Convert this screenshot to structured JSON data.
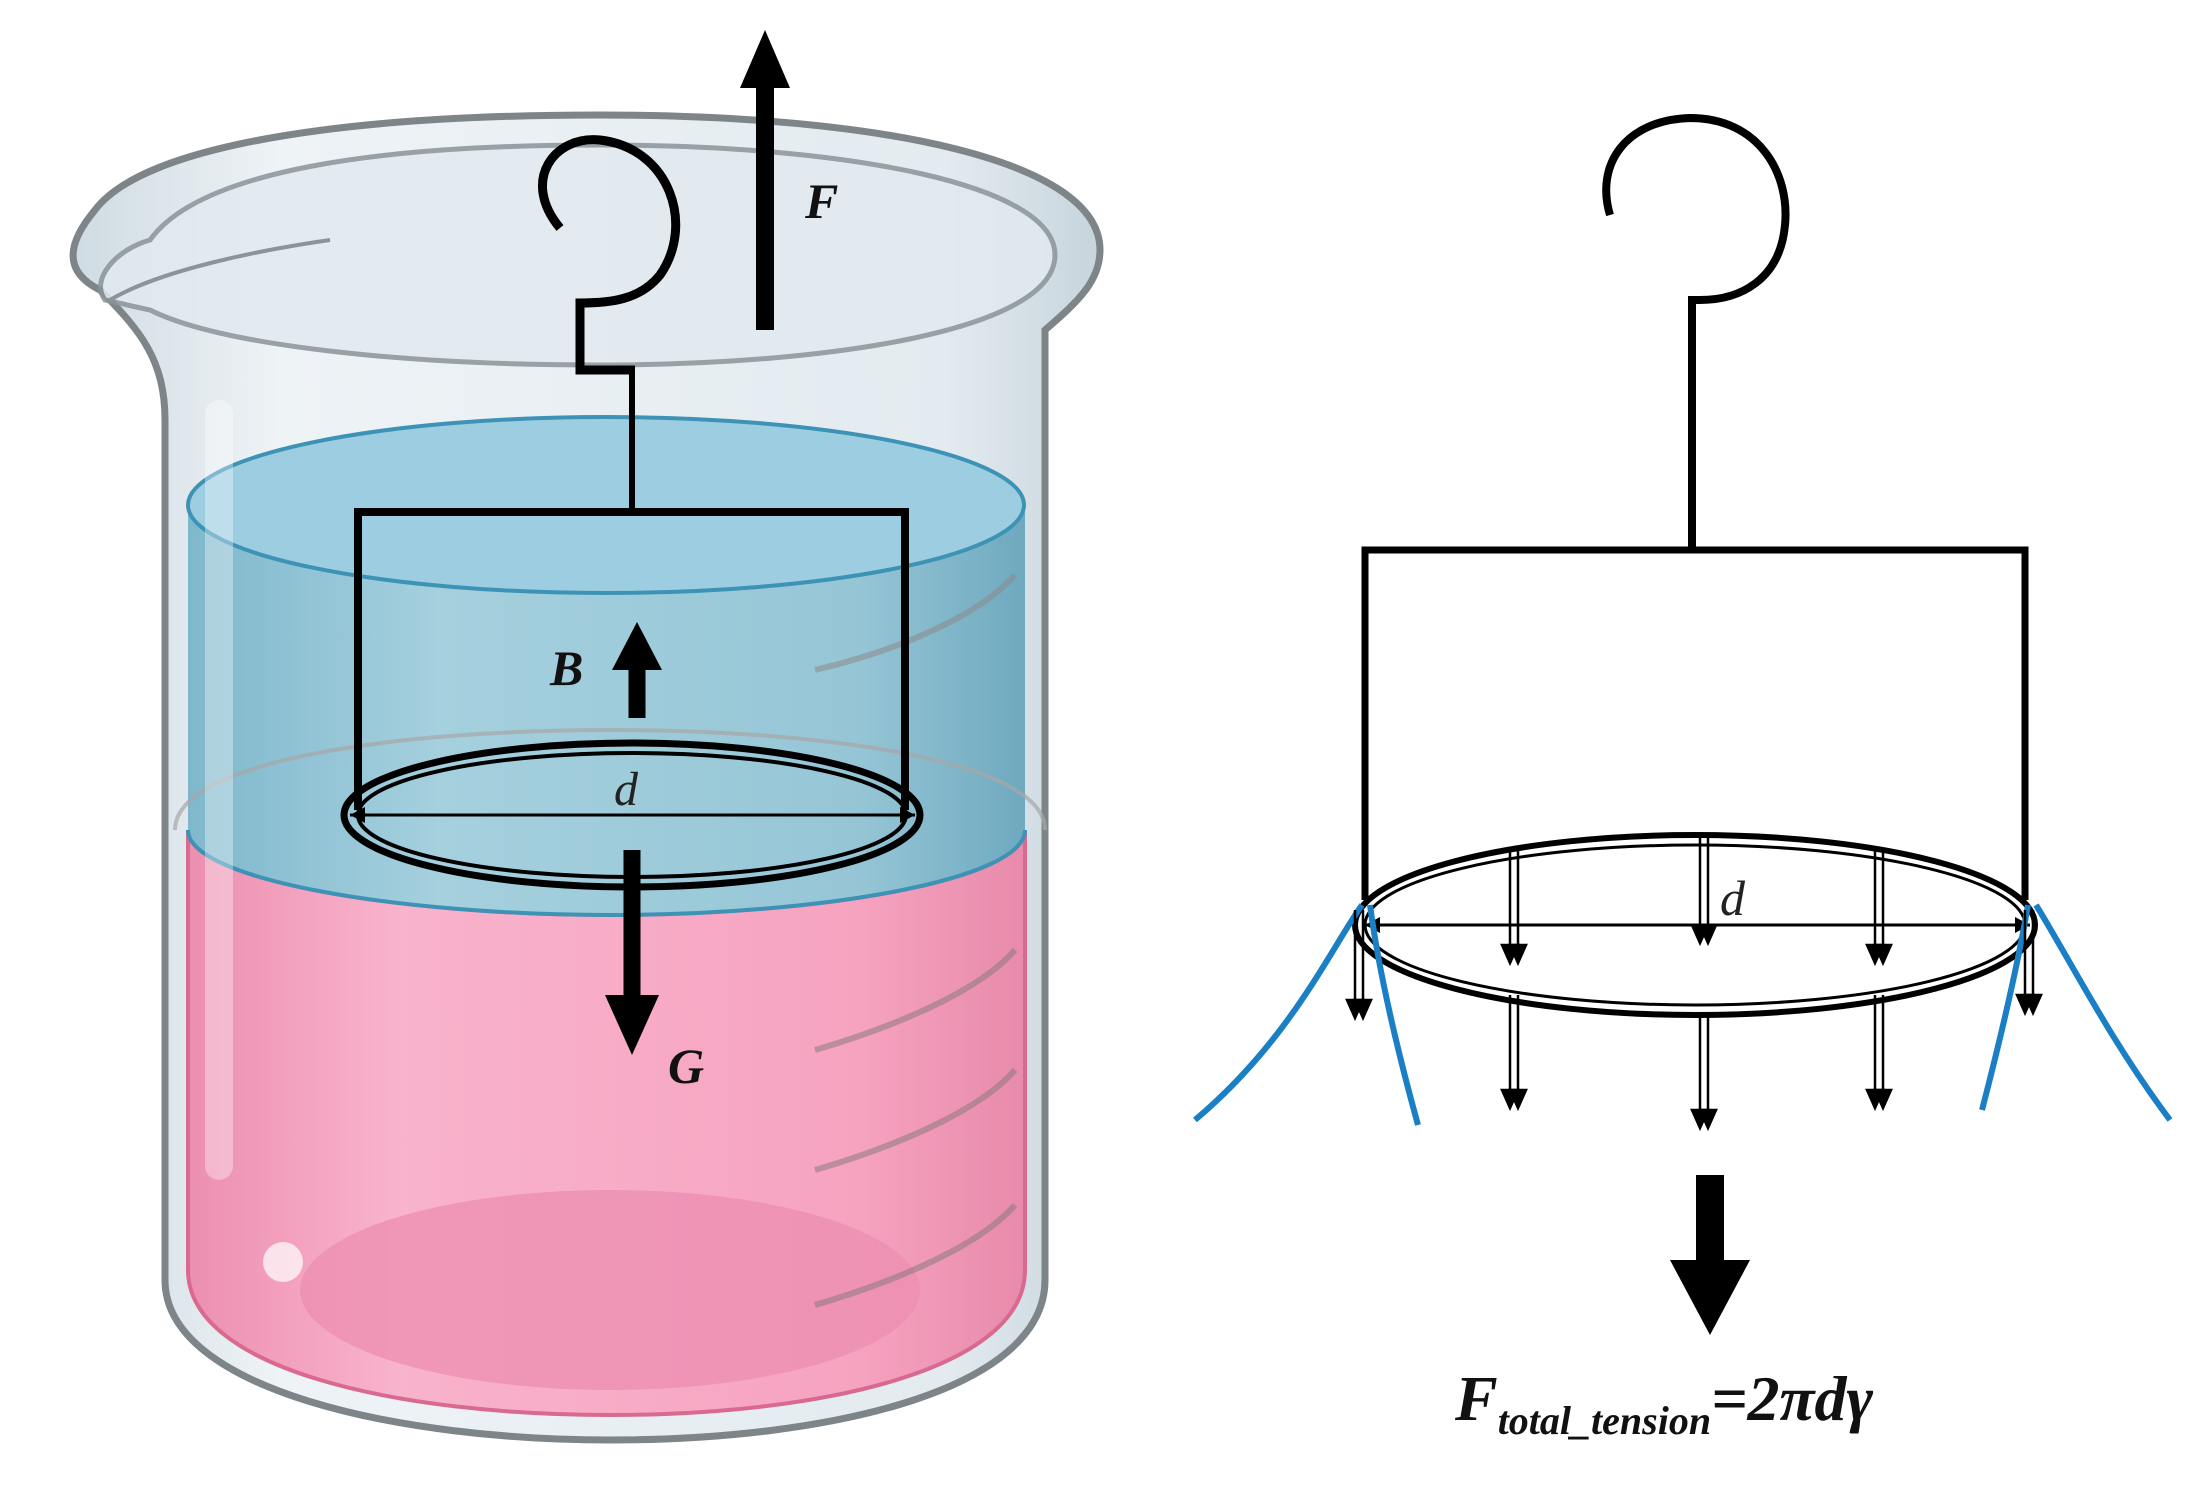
{
  "left_panel": {
    "force_up_label": "F",
    "buoyancy_label": "B",
    "weight_label": "G",
    "diameter_label": "d"
  },
  "right_panel": {
    "diameter_label": "d",
    "formula": {
      "symbol": "F",
      "subscript": "total_tension",
      "rhs": "=2πdγ"
    }
  },
  "colors": {
    "upper_liquid": "#8ec4d6",
    "lower_liquid": "#f5a6c3",
    "glass": "#dfe8ee",
    "meniscus": "#1a7fc4",
    "stroke": "#111111"
  }
}
